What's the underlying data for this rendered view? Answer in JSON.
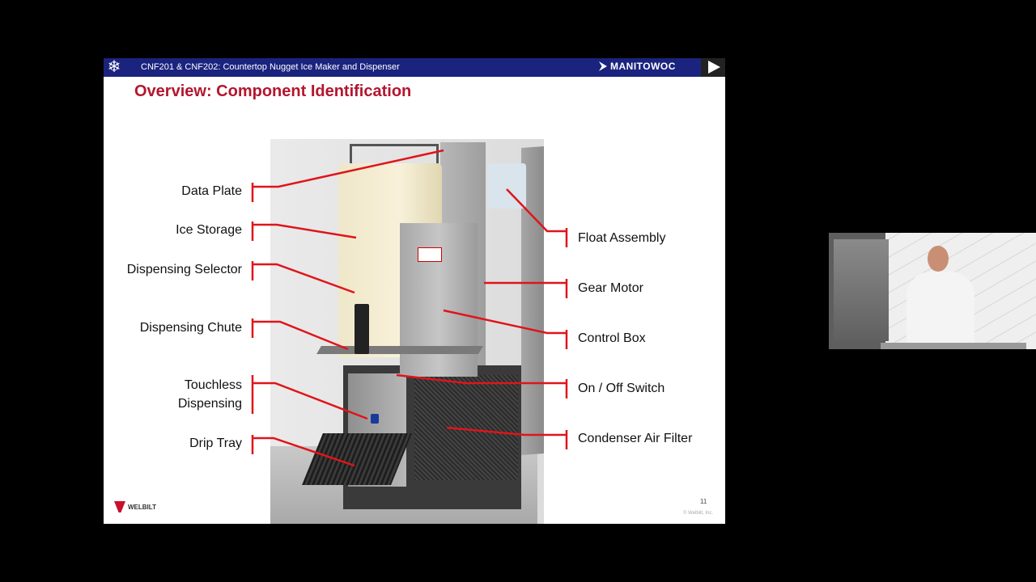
{
  "slide": {
    "banner_title": "CNF201 & CNF202:  Countertop Nugget Ice Maker and Dispenser",
    "brand": "MANITOWOC",
    "title": "Overview:  Component Identification",
    "page_number": "11",
    "copyright": "© Welbilt, Inc.",
    "footer_logo": "WELBILT"
  },
  "labels_left": [
    "Data Plate",
    "Ice Storage",
    "Dispensing Selector",
    "Dispensing Chute",
    "Touchless",
    "Dispensing",
    "Drip Tray"
  ],
  "labels_right": [
    "Float Assembly",
    "Gear Motor",
    "Control Box",
    "On / Off Switch",
    "Condenser Air Filter"
  ],
  "colors": {
    "banner": "#1a237e",
    "title": "#b3162e",
    "leader": "#e0141a"
  },
  "icons": {
    "banner_left": "snowflake-icon",
    "banner_right": "play-icon"
  }
}
